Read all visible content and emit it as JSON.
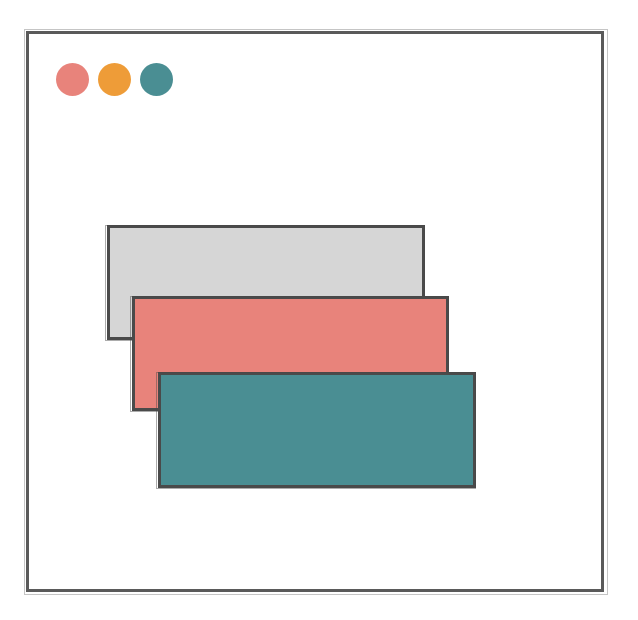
{
  "window_controls": [
    {
      "name": "close",
      "color": "#E8837B"
    },
    {
      "name": "minimize",
      "color": "#EE9C38"
    },
    {
      "name": "maximize",
      "color": "#4A8E93"
    }
  ],
  "cards": [
    {
      "name": "back-card",
      "fill": "#D6D6D6"
    },
    {
      "name": "middle-card",
      "fill": "#E8837B"
    },
    {
      "name": "front-card",
      "fill": "#4A8E93"
    }
  ],
  "colors": {
    "border": "#5A5A5A",
    "background": "#FFFFFF"
  }
}
